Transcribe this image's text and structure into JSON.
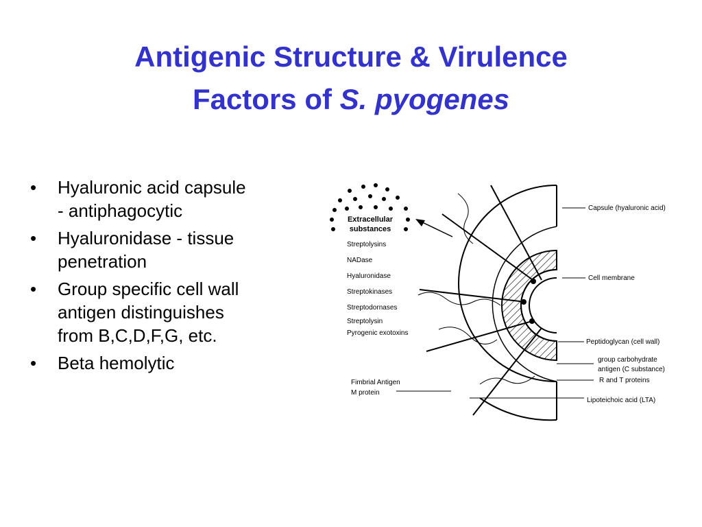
{
  "title": {
    "line1": "Antigenic Structure & Virulence",
    "line2_prefix": "Factors of ",
    "line2_italic": "S. pyogenes"
  },
  "bullets": [
    {
      "line1": "Hyaluronic acid capsule",
      "line2": "- antiphagocytic"
    },
    {
      "line1": "Hyaluronidase - tissue",
      "line2": "penetration"
    },
    {
      "line1": "Group specific cell wall",
      "line2": "antigen distinguishes",
      "line3": "from B,C,D,F,G, etc."
    },
    {
      "line1": "Beta hemolytic"
    }
  ],
  "bullet_symbol": "•",
  "diagram": {
    "extracellular_line1": "Extracellular",
    "extracellular_line2": "substances",
    "substances": [
      "Streptolysins",
      "NADase",
      "Hyaluronidase",
      "Streptokinases",
      "Streptodornases",
      "Streptolysin",
      "Pyrogenic exotoxins"
    ],
    "fimbrial_line1": "Fimbrial Antigen",
    "fimbrial_line2": "M protein",
    "right_labels": {
      "capsule": "Capsule (hyaluronic acid)",
      "membrane": "Cell membrane",
      "peptidoglycan": "Peptidoglycan (cell wall)",
      "carb_line1": "group carbohydrate",
      "carb_line2": "antigen (C substance)",
      "rt_proteins": "R and T proteins",
      "lta": "Lipoteichoic acid (LTA)"
    }
  },
  "colors": {
    "title": "#3333cc",
    "text": "#000000"
  }
}
